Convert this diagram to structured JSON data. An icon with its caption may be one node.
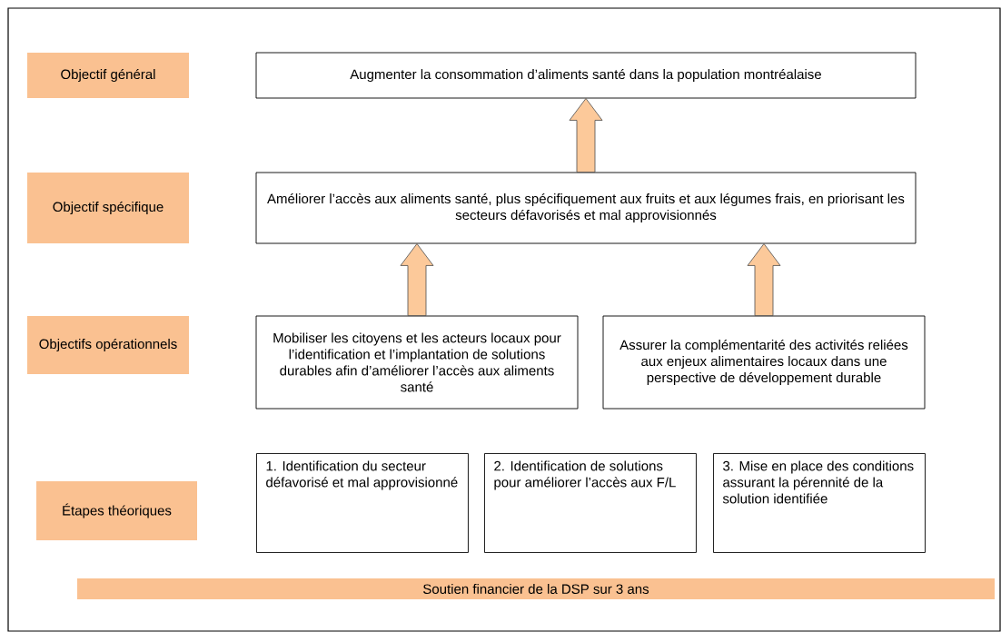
{
  "diagram": {
    "nodes": [
      {
        "text": [
          "Objectif général"
        ]
      },
      {
        "text": [
          "Objectif spécifique"
        ]
      },
      {
        "text": [
          "Objectifs opérationnels"
        ]
      },
      {
        "text": [
          "Étapes théoriques"
        ]
      },
      {
        "text": [
          "Augmenter la consommation d’aliments santé dans la population montréalaise"
        ]
      },
      {
        "text": [
          "Améliorer l’accès aux aliments santé, plus spécifiquement aux fruits et aux légumes frais, en priorisant les secteurs défavorisés et mal approvisionnés"
        ]
      },
      {
        "text": [
          "Mobiliser les citoyens et les acteurs locaux pour l’identification et l’implantation de solutions durables afin d’améliorer l’accès aux aliments santé"
        ]
      },
      {
        "text": [
          "Assurer la complémentarité des activités reliées aux enjeux alimentaires locaux dans une perspective de développement durable"
        ]
      },
      {
        "text": [
          "1. Identification du secteur défavorisé et mal approvisionné"
        ]
      },
      {
        "text": [
          "2. Identification de solutions pour améliorer l’accès aux F/L"
        ]
      },
      {
        "text": [
          "3. Mise en place des conditions assurant la pérennité de la solution identifiée"
        ]
      },
      {
        "text": [
          "Soutien financier de la DSP sur 3 ans"
        ]
      }
    ],
    "edges": [
      {
        "from": 5,
        "to": 4,
        "arrow": "to"
      },
      {
        "from": 6,
        "to": 5,
        "arrow": "to"
      },
      {
        "from": 7,
        "to": 5,
        "arrow": "to"
      }
    ]
  }
}
